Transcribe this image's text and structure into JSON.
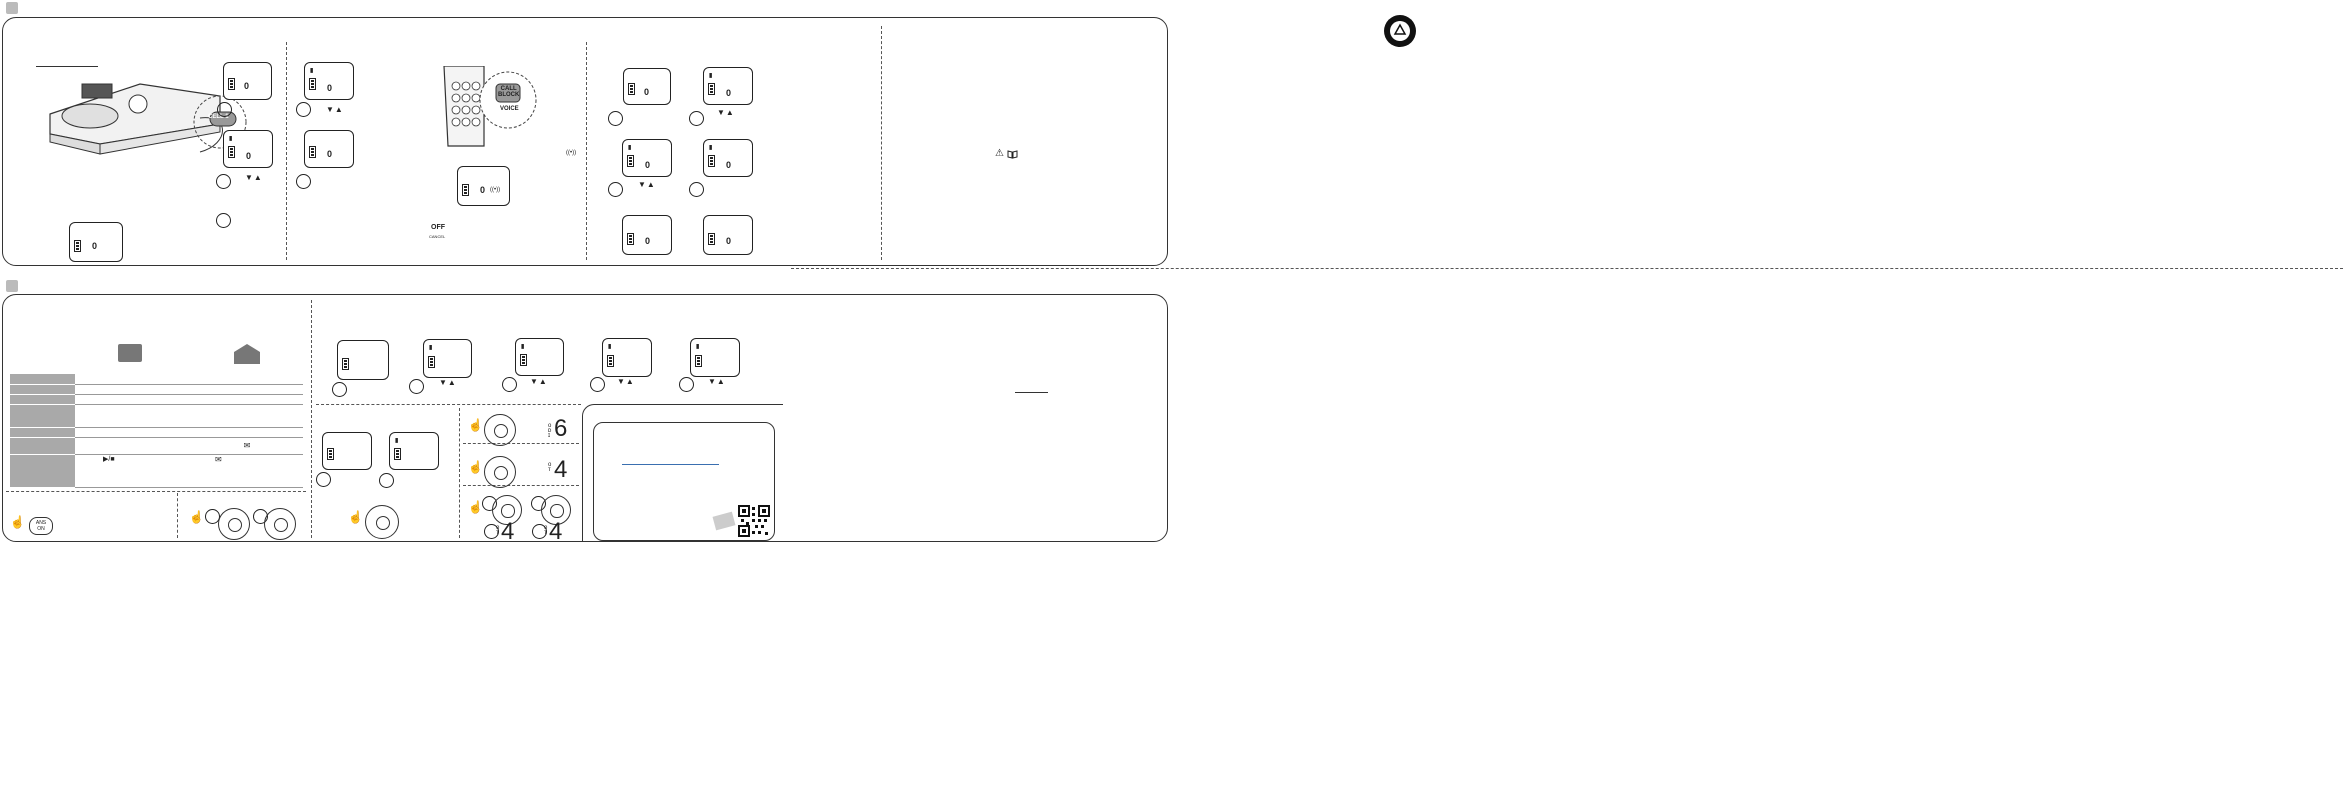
{
  "steps_top": {
    "lcd_zero": "0",
    "list_arrows": "▼▲",
    "off_label": "OFF",
    "cancel_label": "CANCEL",
    "cell_button_label": "CELL 1",
    "call_block_label": "CALL\nBLOCK",
    "voice_label": "VOICE",
    "signal_icon": "((•))"
  },
  "steps_bottom": {
    "ans_on_label": "ANS\nON",
    "big_numbers": [
      "6",
      "4",
      "4",
      "4"
    ],
    "play_stop_label": "▶/■"
  },
  "icons": {
    "bluetooth": "bluetooth-icon",
    "warning": "⚠",
    "manual": "manual-book-icon",
    "recycle_seal": "recycle-seal"
  },
  "colors": {
    "table_header": "#a9a9a9",
    "link_line": "#3a6fb0",
    "border": "#333333"
  }
}
